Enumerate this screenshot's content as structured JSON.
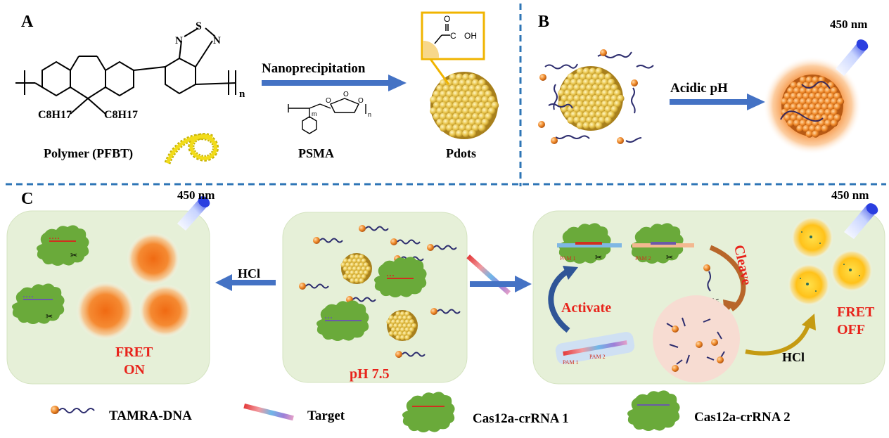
{
  "panel_a": {
    "label": "A",
    "polymer": {
      "n": "n",
      "s": "S",
      "n_left": "N",
      "n_right": "N",
      "sub_left": "C8H17",
      "sub_right": "C8H17",
      "name": "Polymer (PFBT)"
    },
    "arrow_label": "Nanoprecipitation",
    "psma": {
      "name": "PSMA",
      "m": "m",
      "n": "n",
      "o1": "O",
      "o2": "O",
      "o3": "O"
    },
    "pdots": {
      "name": "Pdots",
      "oh": "OH",
      "o": "O",
      "c": "C"
    }
  },
  "panel_b": {
    "label": "B",
    "light": "450 nm",
    "arrow_label": "Acidic pH"
  },
  "panel_c": {
    "label": "C",
    "left_light": "450 nm",
    "right_light": "450 nm",
    "left_state": [
      "FRET",
      "ON"
    ],
    "hcl_left": "HCl",
    "middle_ph": "pH 7.5",
    "activate": "Activate",
    "cleave": "Cleave",
    "right_state": [
      "FRET",
      "OFF"
    ],
    "hcl_right": "HCl",
    "pam1": "PAM 1",
    "pam2": "PAM 2",
    "pam_small_1": "PAM 1",
    "pam_small_2": "PAM 2"
  },
  "legend": {
    "items": [
      "TAMRA-DNA",
      "Target",
      "Cas12a-crRNA 1",
      "Cas12a-crRNA 2"
    ]
  },
  "colors": {
    "panel_bg": "#e6f0d8",
    "arrow_blue": "#4472c4",
    "divider": "#2e75b6",
    "cas_green": "#6aaa3a",
    "pdot_gold": "#e7c34a",
    "glow_orange": "#f07a1c",
    "fret_red": "#e8231b",
    "hcl_arrow": "#c59b12",
    "cleave_arrow": "#b8662a",
    "activate_arrow": "#2f5597"
  }
}
